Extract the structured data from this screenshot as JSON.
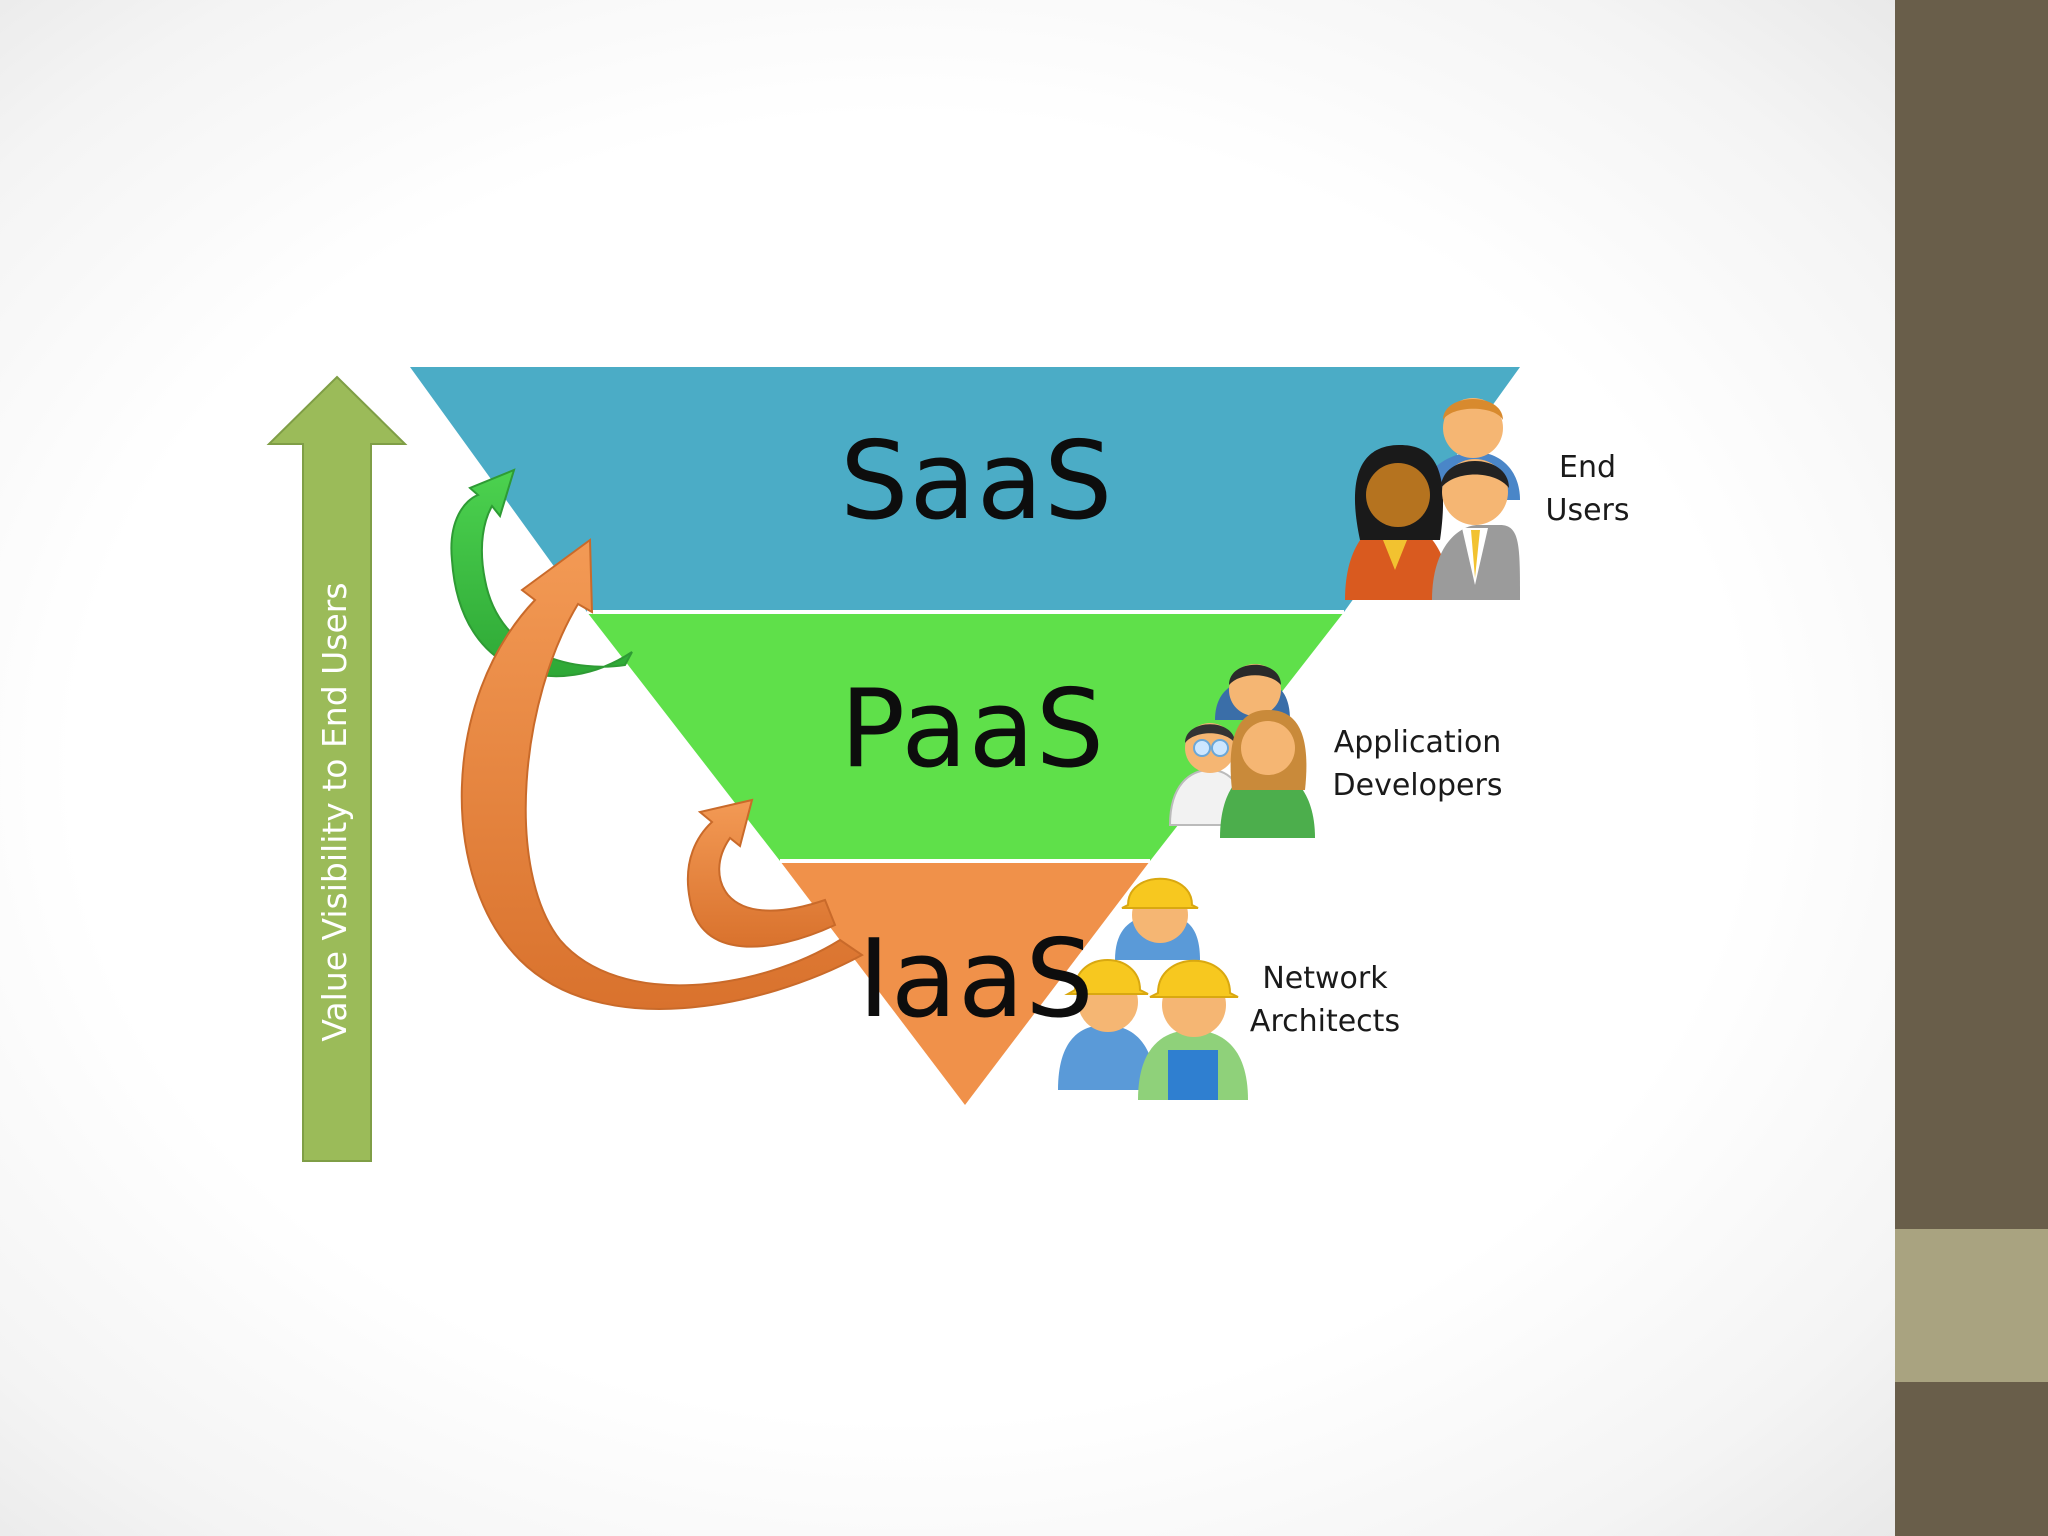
{
  "axis": {
    "label": "Value Visibility to End Users",
    "color": "#9bbb59"
  },
  "tiers": [
    {
      "name": "SaaS",
      "color": "#4bacc6"
    },
    {
      "name": "PaaS",
      "color": "#5fe04a"
    },
    {
      "name": "IaaS",
      "color": "#f0914a"
    }
  ],
  "roles": [
    {
      "label": "End\nUsers",
      "icon": "end-users-icon"
    },
    {
      "label": "Application\nDevelopers",
      "icon": "developers-icon"
    },
    {
      "label": "Network\nArchitects",
      "icon": "construction-workers-icon"
    }
  ],
  "theme": {
    "sidebar": "#695e4a",
    "sidebar_accent": "#a9a380",
    "arrow_green": "#3fbf3f",
    "arrow_orange": "#f0914a"
  }
}
